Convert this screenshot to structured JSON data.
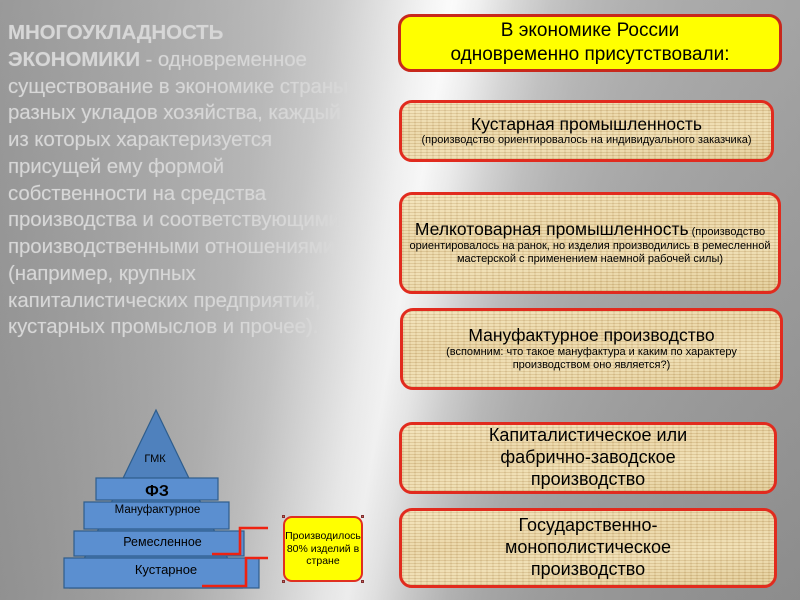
{
  "slide": {
    "background_colors": {
      "gradient_dark": "#8e8e8e",
      "gradient_light": "#fbfbfb",
      "accent_red": "#e12b1e",
      "accent_yellow": "#FFFF00",
      "papyrus": "#e8d3a2",
      "pyramid_blue": "#4F81BD"
    }
  },
  "left_text": {
    "lead": "МНОГОУКЛАДНОСТЬ ЭКОНОМИКИ",
    "body": " - одновременное существование в экономике страны разных укладов хозяйства, каждый из которых характеризуется присущей ему формой собственности на средства производства и соответствующими производственными отношениями (например, крупных капиталистических предприятий, кустарных промыслов и прочее)."
  },
  "pyramid": {
    "levels": [
      {
        "id": "gmk",
        "label": "ГМК"
      },
      {
        "id": "fz",
        "label": "ФЗ"
      },
      {
        "id": "manufacture",
        "label": "Мануфактурное"
      },
      {
        "id": "craft",
        "label": "Ремесленное"
      },
      {
        "id": "cottage",
        "label": "Кустарное"
      }
    ],
    "callout": "Производилось 80% изделий в стране"
  },
  "right_column": {
    "box1": {
      "line1": "В  экономике России",
      "line2": "одновременно присутствовали:"
    },
    "box2": {
      "title": "Кустарная промышленность",
      "note": "(производство ориентировалось на индивидуального заказчика)"
    },
    "box3": {
      "title": "Мелкотоварная промышленность",
      "note_inline": " (производство",
      "note": "ориентировалось на ранок, но изделия производились в ремесленной мастерской с применением наемной рабочей силы)"
    },
    "box4": {
      "title": "Мануфактурное производство",
      "note": "(вспомним: что такое мануфактура и каким по характеру производством оно является?)"
    },
    "box5": {
      "line1": "Капиталистическое или",
      "line2": "фабрично-заводское",
      "line3": "производство"
    },
    "box6": {
      "line1": "Государственно-",
      "line2": "монополистическое",
      "line3": "производство"
    }
  }
}
